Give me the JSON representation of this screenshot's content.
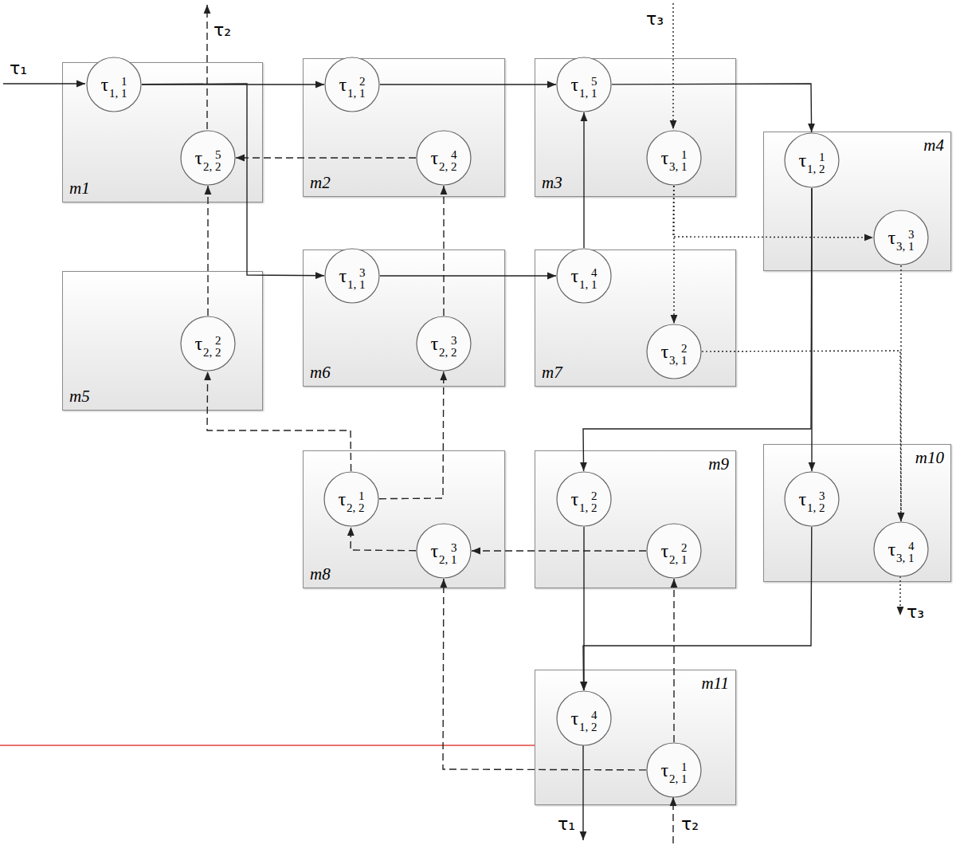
{
  "diagram": {
    "nodes": [
      {
        "text": [
          "m1"
        ]
      },
      {
        "text": [
          "τ",
          "1, 1",
          "1"
        ],
        "in": 0
      },
      {
        "text": [
          "τ",
          "2, 2",
          "5"
        ],
        "in": 0
      },
      {
        "text": [
          "m2"
        ]
      },
      {
        "text": [
          "τ",
          "1, 1",
          "2"
        ],
        "in": 3
      },
      {
        "text": [
          "τ",
          "2, 2",
          "4"
        ],
        "in": 3
      },
      {
        "text": [
          "m3"
        ]
      },
      {
        "text": [
          "τ",
          "1, 1",
          "5"
        ],
        "in": 6
      },
      {
        "text": [
          "τ",
          "3, 1",
          "1"
        ],
        "in": 6
      },
      {
        "text": [
          "m4"
        ]
      },
      {
        "text": [
          "τ",
          "1, 2",
          "1"
        ],
        "in": 9
      },
      {
        "text": [
          "τ",
          "3, 1",
          "3"
        ],
        "in": 9
      },
      {
        "text": [
          "m5"
        ]
      },
      {
        "text": [
          "τ",
          "2, 2",
          "2"
        ],
        "in": 12
      },
      {
        "text": [
          "m6"
        ]
      },
      {
        "text": [
          "τ",
          "1, 1",
          "3"
        ],
        "in": 14
      },
      {
        "text": [
          "τ",
          "2, 2",
          "3"
        ],
        "in": 14
      },
      {
        "text": [
          "m7"
        ]
      },
      {
        "text": [
          "τ",
          "1, 1",
          "4"
        ],
        "in": 17
      },
      {
        "text": [
          "τ",
          "3, 1",
          "2"
        ],
        "in": 17
      },
      {
        "text": [
          "m8"
        ]
      },
      {
        "text": [
          "τ",
          "2, 2",
          "1"
        ],
        "in": 20
      },
      {
        "text": [
          "τ",
          "2, 1",
          "3"
        ],
        "in": 20
      },
      {
        "text": [
          "m9"
        ]
      },
      {
        "text": [
          "τ",
          "1, 2",
          "2"
        ],
        "in": 23
      },
      {
        "text": [
          "τ",
          "2, 1",
          "2"
        ],
        "in": 23
      },
      {
        "text": [
          "m10"
        ]
      },
      {
        "text": [
          "τ",
          "1, 2",
          "3"
        ],
        "in": 26
      },
      {
        "text": [
          "τ",
          "3, 1",
          "4"
        ],
        "in": 26
      },
      {
        "text": [
          "m11"
        ]
      },
      {
        "text": [
          "τ",
          "1, 2",
          "4"
        ],
        "in": 29
      },
      {
        "text": [
          "τ",
          "2, 1",
          "1"
        ],
        "in": 29
      }
    ],
    "edges": [
      {
        "from": 1,
        "to": 4,
        "arrow": "to"
      },
      {
        "from": 1,
        "to": 15,
        "arrow": "to"
      },
      {
        "from": 4,
        "to": 7,
        "arrow": "to"
      },
      {
        "from": 15,
        "to": 18,
        "arrow": "to"
      },
      {
        "from": 18,
        "to": 7,
        "arrow": "to"
      },
      {
        "from": 7,
        "to": 10,
        "arrow": "to"
      },
      {
        "from": 10,
        "to": 24,
        "arrow": "to"
      },
      {
        "from": 10,
        "to": 27,
        "arrow": "to"
      },
      {
        "from": 24,
        "to": 30,
        "arrow": "to"
      },
      {
        "from": 27,
        "to": 30,
        "arrow": "to"
      },
      {
        "from": 31,
        "to": 25,
        "arrow": "to"
      },
      {
        "from": 31,
        "to": 22,
        "arrow": "to"
      },
      {
        "from": 25,
        "to": 22,
        "arrow": "to"
      },
      {
        "from": 22,
        "to": 21,
        "arrow": "to"
      },
      {
        "from": 21,
        "to": 13,
        "arrow": "to"
      },
      {
        "from": 21,
        "to": 16,
        "arrow": "to"
      },
      {
        "from": 13,
        "to": 2,
        "arrow": "to"
      },
      {
        "from": 16,
        "to": 5,
        "arrow": "to"
      },
      {
        "from": 5,
        "to": 2,
        "arrow": "to"
      },
      {
        "from": 8,
        "to": 19,
        "arrow": "to"
      },
      {
        "from": 8,
        "to": 11,
        "arrow": "to"
      },
      {
        "from": 19,
        "to": 28,
        "arrow": "to"
      },
      {
        "from": 11,
        "to": 28,
        "arrow": "to"
      }
    ],
    "labels": [
      "τ₂",
      "τ₃",
      "τ₁",
      "τ₃",
      "τ₁",
      "τ₂"
    ]
  }
}
